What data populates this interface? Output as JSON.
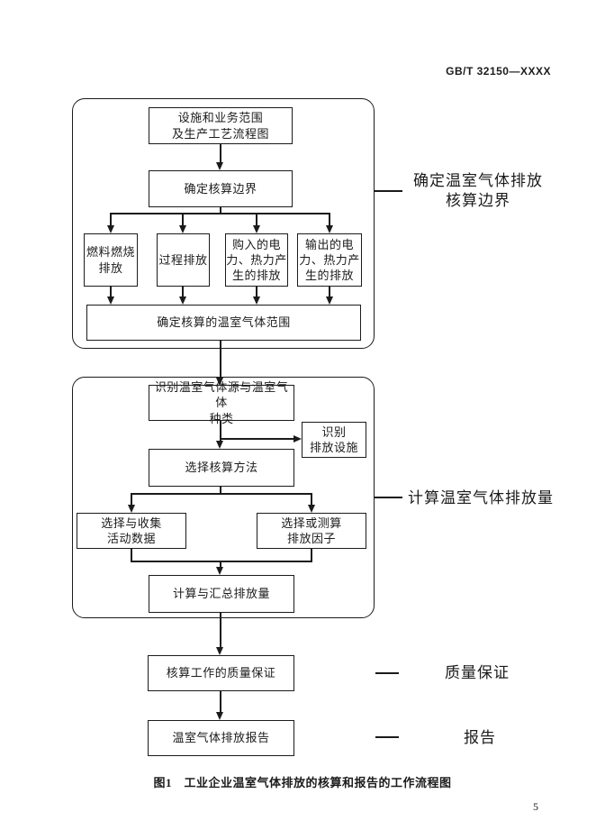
{
  "doc": {
    "standard_number": "GB/T 32150—XXXX",
    "page_number": "5",
    "figure_caption": "图1　工业企业温室气体排放的核算和报告的工作流程图"
  },
  "flowchart": {
    "stage1": {
      "side_label": "确定温室气体排放\n核算边界",
      "facility_scope": "设施和业务范围\n及生产工艺流程图",
      "define_boundary": "确定核算边界",
      "fuel_combustion": "燃料燃烧\n排放",
      "process_emission": "过程排放",
      "purchased_energy": "购入的电\n力、热力产\n生的排放",
      "exported_energy": "输出的电\n力、热力产\n生的排放",
      "ghg_scope": "确定核算的温室气体范围"
    },
    "stage2": {
      "side_label": "计算温室气体排放量",
      "identify_sources": "识别温室气体源与温室气体\n种类",
      "identify_facilities": "识别\n排放设施",
      "select_method": "选择核算方法",
      "activity_data": "选择与收集\n活动数据",
      "emission_factor": "选择或测算\n排放因子",
      "calc_sum": "计算与汇总排放量"
    },
    "stage3": {
      "side_label": "质量保证",
      "qa_box": "核算工作的质量保证"
    },
    "stage4": {
      "side_label": "报告",
      "report_box": "温室气体排放报告"
    }
  }
}
